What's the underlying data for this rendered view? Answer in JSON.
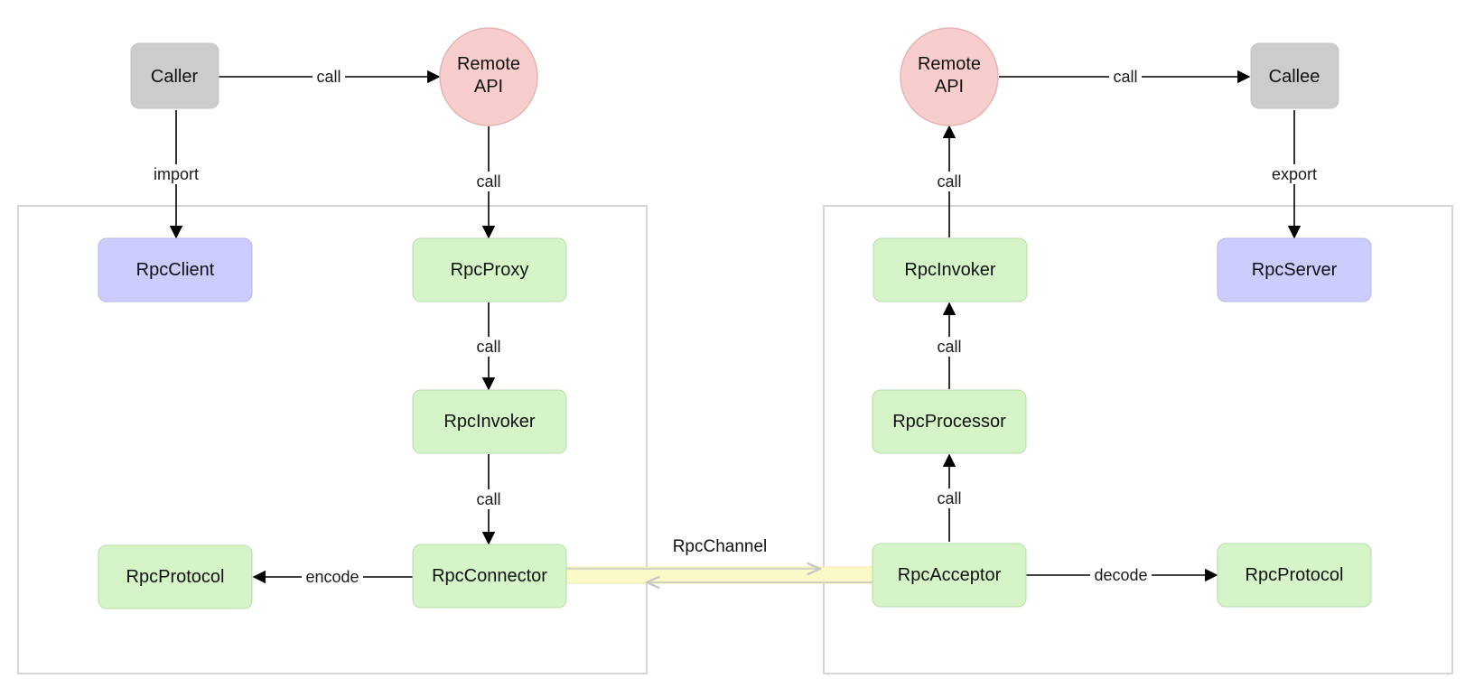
{
  "nodes": {
    "caller": {
      "label": "Caller",
      "color": "#cccccc"
    },
    "remote_api_left": {
      "label_line1": "Remote",
      "label_line2": "API",
      "color": "#f8cecc"
    },
    "rpc_client": {
      "label": "RpcClient",
      "color": "#ccccff"
    },
    "rpc_proxy": {
      "label": "RpcProxy",
      "color": "#d5f5c8"
    },
    "rpc_invoker_left": {
      "label": "RpcInvoker",
      "color": "#d5f5c8"
    },
    "rpc_connector": {
      "label": "RpcConnector",
      "color": "#d5f5c8"
    },
    "rpc_protocol_left": {
      "label": "RpcProtocol",
      "color": "#d5f5c8"
    },
    "remote_api_right": {
      "label_line1": "Remote",
      "label_line2": "API",
      "color": "#f8cecc"
    },
    "callee": {
      "label": "Callee",
      "color": "#cccccc"
    },
    "rpc_invoker_right": {
      "label": "RpcInvoker",
      "color": "#d5f5c8"
    },
    "rpc_server": {
      "label": "RpcServer",
      "color": "#ccccff"
    },
    "rpc_processor": {
      "label": "RpcProcessor",
      "color": "#d5f5c8"
    },
    "rpc_acceptor": {
      "label": "RpcAcceptor",
      "color": "#d5f5c8"
    },
    "rpc_protocol_right": {
      "label": "RpcProtocol",
      "color": "#d5f5c8"
    }
  },
  "edges": {
    "caller_to_api": "call",
    "caller_to_client": "import",
    "api_to_proxy": "call",
    "proxy_to_invoker": "call",
    "invoker_to_connector": "call",
    "connector_to_protocol": "encode",
    "acceptor_to_processor": "call",
    "processor_to_invoker": "call",
    "invoker_to_api": "call",
    "api_to_callee": "call",
    "callee_to_server": "export",
    "acceptor_to_protocol": "decode"
  },
  "channel": {
    "label": "RpcChannel",
    "color": "#fbf9c8"
  }
}
